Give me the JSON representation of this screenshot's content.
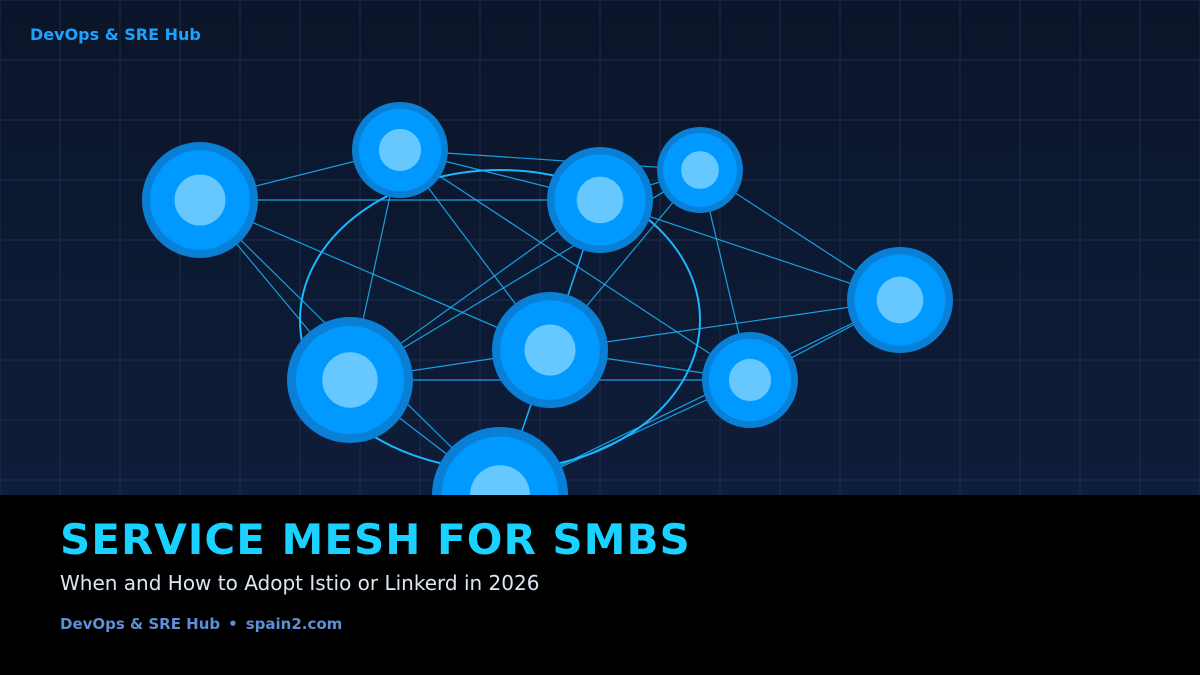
{
  "brand": {
    "label": "DevOps & SRE Hub"
  },
  "headline": {
    "title": "SERVICE MESH FOR SMBS",
    "subtitle": "When and How to Adopt Istio or Linkerd in 2026"
  },
  "footer": {
    "publisher": "DevOps & SRE Hub",
    "separator": "•",
    "site": "spain2.com"
  },
  "colors": {
    "background": "#0b1529",
    "band": "#000000",
    "node_ring": "#0a7fd6",
    "node_fill": "#0099ff",
    "node_core": "#66c8ff",
    "edge": "#1ab8ff",
    "title": "#1ad1ff",
    "brand": "#1aa3ff"
  }
}
